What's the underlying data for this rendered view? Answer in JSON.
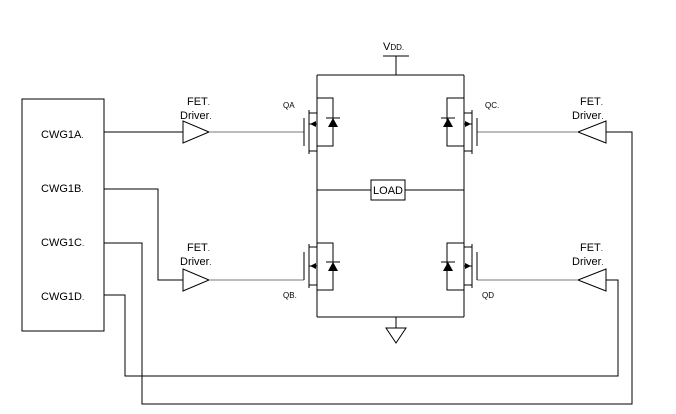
{
  "supply": {
    "label_main": "V",
    "label_sub": "DD",
    "mark": "."
  },
  "cwg": {
    "pins": [
      "CWG1A",
      "CWG1B",
      "CWG1C",
      "CWG1D"
    ],
    "mark": "."
  },
  "drivers": {
    "line1": "FET",
    "line2": "Driver",
    "mark": "."
  },
  "transistors": {
    "qa": {
      "q": "Q",
      "sub": "A"
    },
    "qb": {
      "q": "Q",
      "sub": "B"
    },
    "qc": {
      "q": "Q",
      "sub": "C"
    },
    "qd": {
      "q": "Q",
      "sub": "D"
    },
    "mark": "."
  },
  "load": {
    "label": "LOAD"
  }
}
